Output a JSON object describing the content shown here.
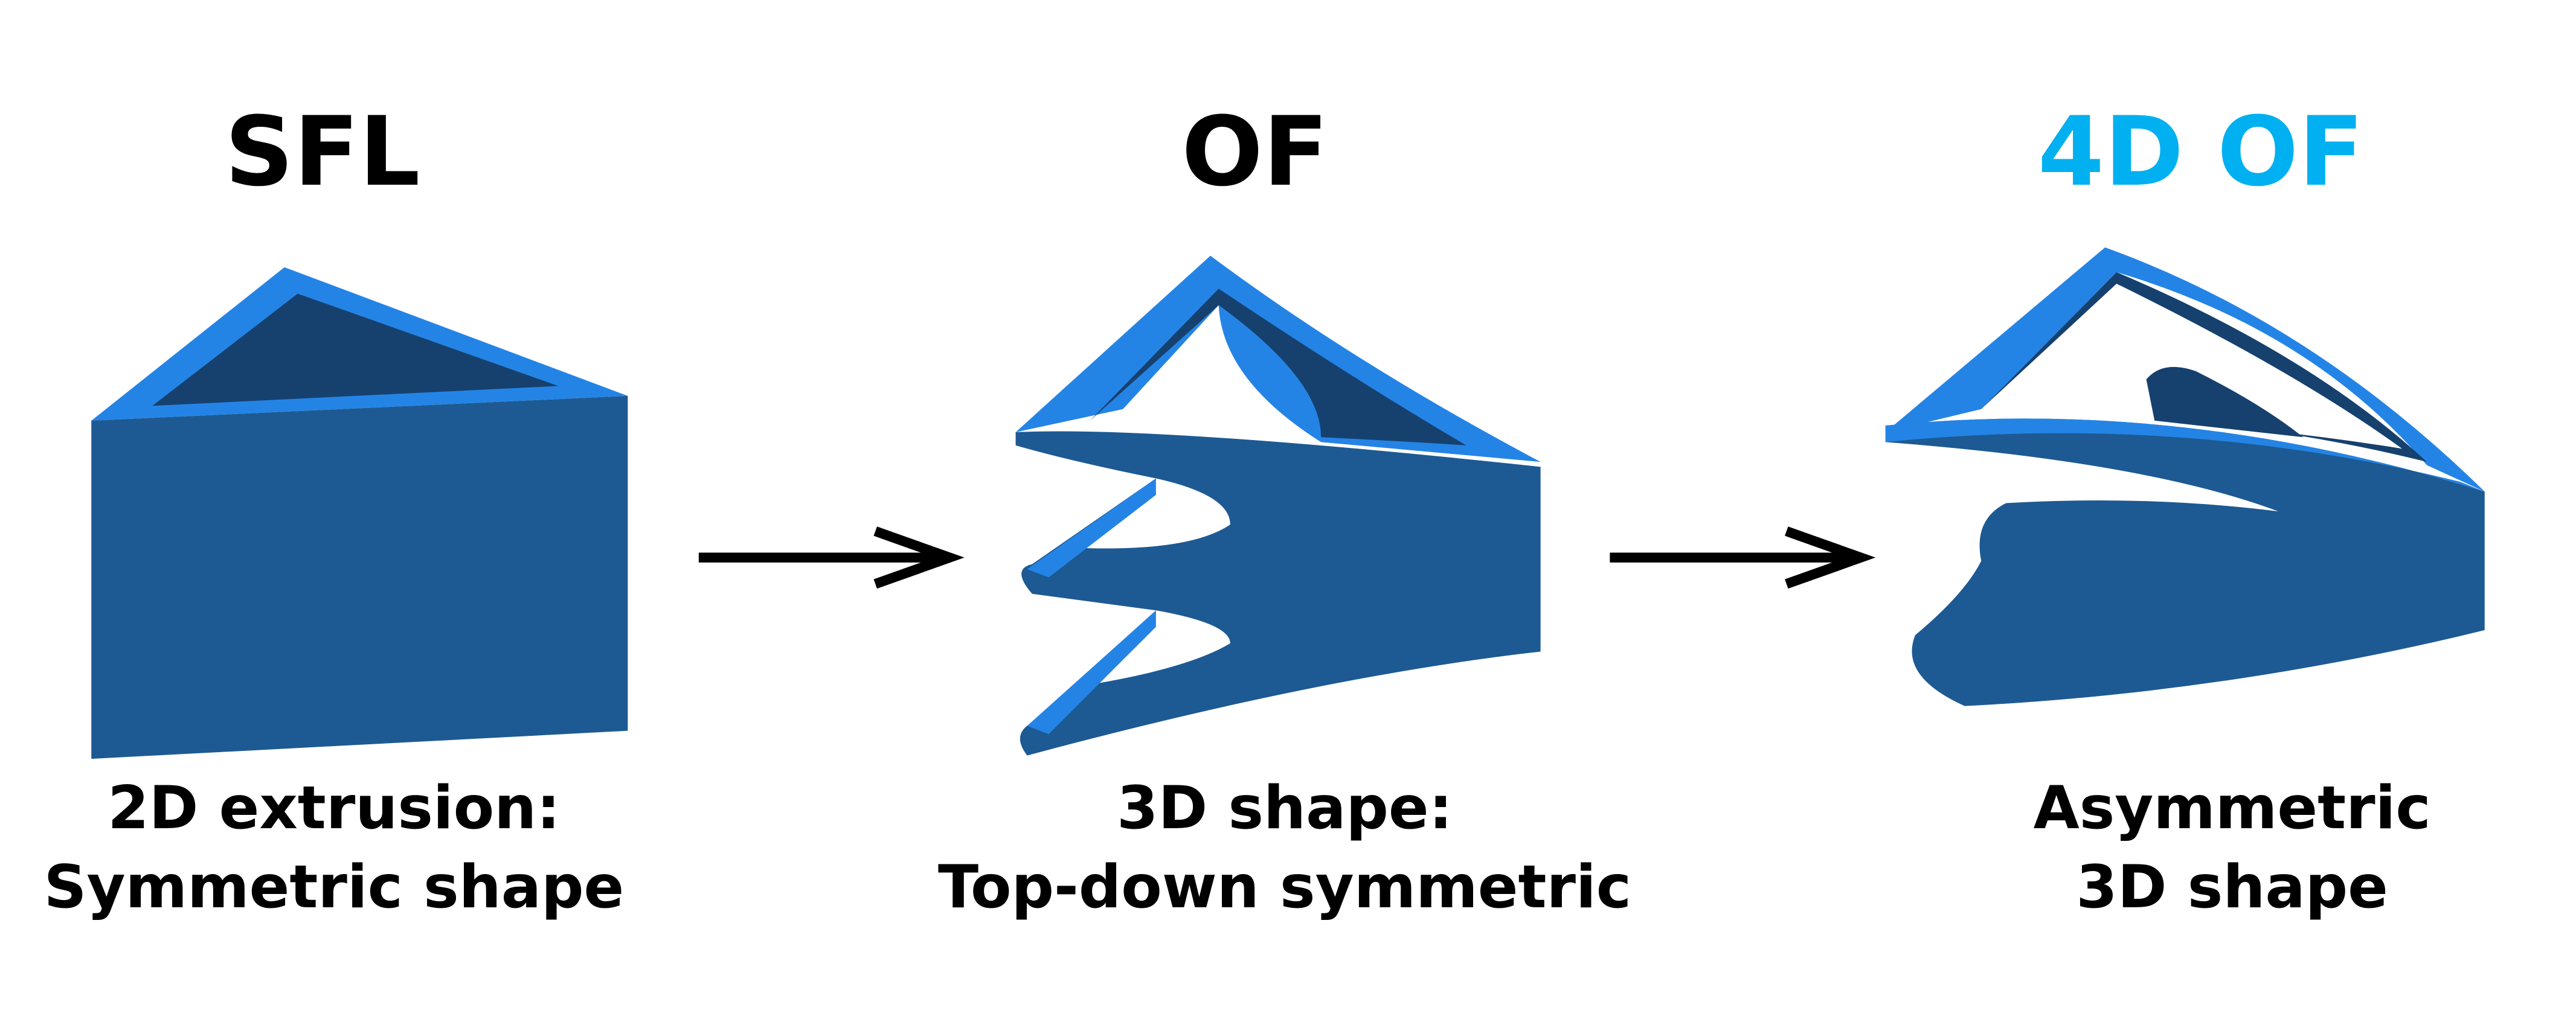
{
  "panels": [
    {
      "title": "SFL",
      "caption_line1": "2D extrusion:",
      "caption_line2": "Symmetric shape"
    },
    {
      "title": "OF",
      "caption_line1": "3D shape:",
      "caption_line2": "Top-down symmetric"
    },
    {
      "title": "4D OF",
      "caption_line1": "Asymmetric",
      "caption_line2": "3D shape"
    }
  ],
  "colors": {
    "title_default": "#000000",
    "title_highlight": "#00B0F0",
    "face": "#1D5A93",
    "rim": "#2484E6",
    "inner": "#16416E",
    "arrow": "#000000"
  }
}
